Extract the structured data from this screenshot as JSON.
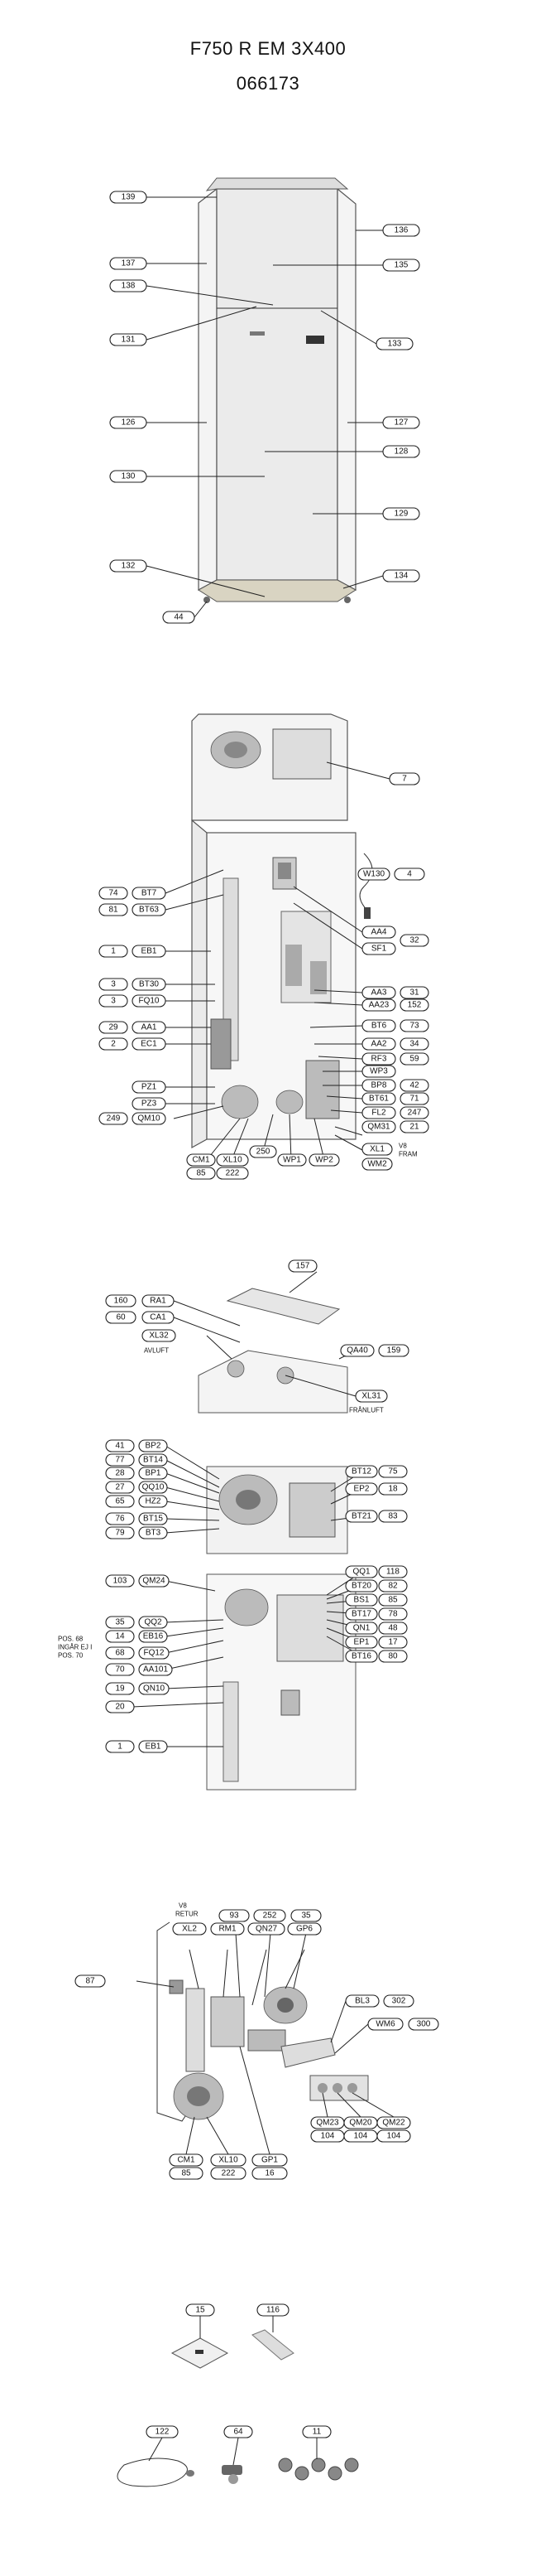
{
  "header": {
    "title": "F750 R EM 3X400",
    "number": "066173"
  },
  "section1": {
    "labels": [
      "139",
      "136",
      "137",
      "135",
      "138",
      "131",
      "133",
      "126",
      "127",
      "128",
      "130",
      "129",
      "132",
      "134",
      "44"
    ]
  },
  "section2": {
    "labels": [
      "7",
      "W130",
      "4",
      "74",
      "BT7",
      "81",
      "BT63",
      "1",
      "EB1",
      "AA4",
      "SF1",
      "32",
      "3",
      "BT30",
      "3",
      "FQ10",
      "AA3",
      "31",
      "AA23",
      "152",
      "29",
      "AA1",
      "2",
      "EC1",
      "BT6",
      "73",
      "AA2",
      "34",
      "RF3",
      "59",
      "PZ1",
      "PZ3",
      "249",
      "QM10",
      "WP3",
      "BP8",
      "42",
      "BT61",
      "71",
      "FL2",
      "247",
      "QM31",
      "21",
      "XL1",
      "WM2",
      "CM1",
      "XL10",
      "250",
      "WP1",
      "WP2",
      "85",
      "222"
    ],
    "notes": [
      "V8",
      "FRAM"
    ]
  },
  "section3": {
    "labels": [
      "157",
      "160",
      "RA1",
      "60",
      "CA1",
      "XL32",
      "QA40",
      "159",
      "XL31",
      "41",
      "BP2",
      "75",
      "77",
      "BT14",
      "BT12",
      "28",
      "BP1",
      "EP2",
      "18",
      "27",
      "QQ10",
      "65",
      "HZ2",
      "BT21",
      "83",
      "76",
      "BT15",
      "79",
      "BT3",
      "103",
      "QM24",
      "QQ1",
      "118",
      "BT20",
      "82",
      "35",
      "QQ2",
      "BS1",
      "85",
      "14",
      "EB16",
      "BT17",
      "78",
      "68",
      "FQ12",
      "QN1",
      "48",
      "70",
      "AA101",
      "EP1",
      "17",
      "BT16",
      "80",
      "19",
      "QN10",
      "20",
      "1",
      "EB1"
    ],
    "notes": [
      "AVLUFT",
      "FRÅNLUFT",
      "POS. 68",
      "INGÅR EJ I",
      "POS. 70"
    ]
  },
  "section4": {
    "labels": [
      "XL2",
      "RM1",
      "QN27",
      "GP6",
      "93",
      "252",
      "35",
      "87",
      "BL3",
      "302",
      "WM6",
      "300",
      "QM23",
      "QM20",
      "QM22",
      "104",
      "104",
      "104",
      "CM1",
      "XL10",
      "GP1",
      "85",
      "222",
      "16"
    ],
    "notes": [
      "V8",
      "RETUR"
    ]
  },
  "section5": {
    "labels": [
      "15",
      "116",
      "122",
      "64",
      "11"
    ]
  }
}
